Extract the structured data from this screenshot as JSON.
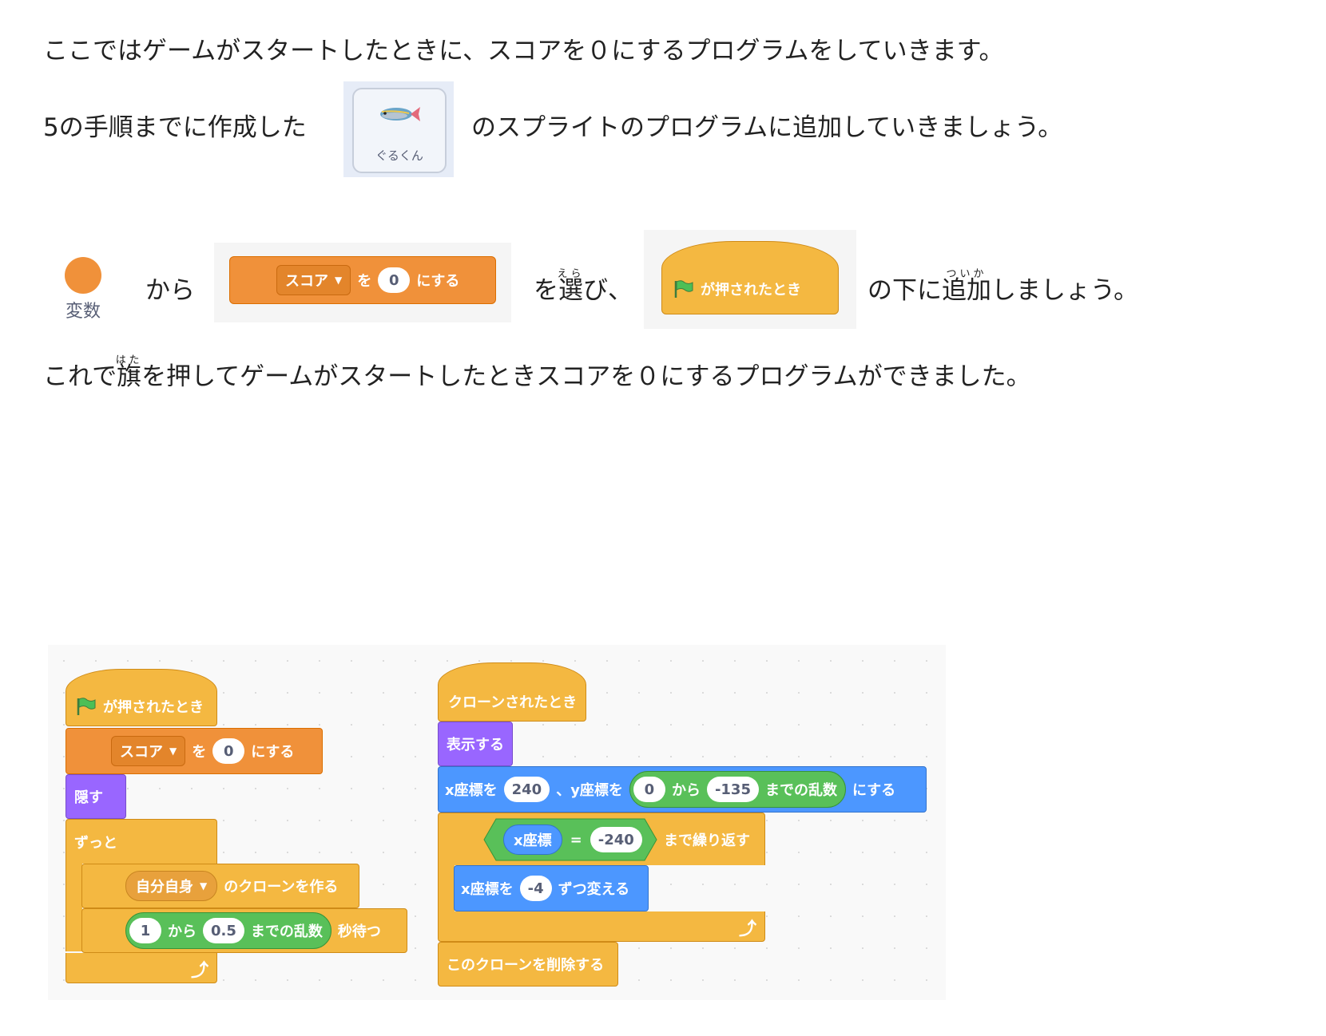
{
  "text": {
    "line1": "ここではゲームがスタートしたときに、スコアを０にするプログラムをしていきます。",
    "line2_before": "5の手順までに作成した",
    "line2_after": "のスプライトのプログラムに追加していきましょう。",
    "sprite_name": "ぐるくん",
    "variables_category": "変数",
    "from": "から",
    "select_prefix": "を",
    "select_kanji": "選",
    "select_ruby": "えら",
    "select_suffix": "び、",
    "below_prefix": "の下に",
    "add_kanji": "追加",
    "add_ruby": "ついか",
    "below_suffix": "しましょう。",
    "line4_before": "これで",
    "flag_kanji": "旗",
    "flag_ruby": "はた",
    "line4_after": "を押してゲームがスタートしたときスコアを０にするプログラムができました。"
  },
  "blocks": {
    "when_flag": "が押されたとき",
    "set_var": "スコア",
    "to": "を",
    "zero": "0",
    "set_suffix": "にする",
    "hide": "隠す",
    "forever": "ずっと",
    "myself": "自分自身",
    "create_clone": "のクローンを作る",
    "wait_from": "1",
    "wait_kara": "から",
    "wait_to": "0.5",
    "random": "までの乱数",
    "wait_suffix": "秒待つ",
    "when_clone": "クローンされたとき",
    "show": "表示する",
    "x_set": "x座標を",
    "x_val": "240",
    "y_set": "、y座標を",
    "y_from": "0",
    "y_kara": "から",
    "y_to": "-135",
    "y_random": "までの乱数",
    "xy_suffix": "にする",
    "x_reporter": "x座標",
    "equals": "=",
    "x_target": "-240",
    "repeat_until": "まで繰り返す",
    "change_x": "x座標を",
    "change_val": "-4",
    "change_suffix": "ずつ変える",
    "delete_clone": "このクローンを削除する"
  },
  "colors": {
    "events": "#f4b841",
    "variables": "#f0913a",
    "looks": "#9966ff",
    "motion": "#4c97ff",
    "operators": "#5cb85c"
  }
}
